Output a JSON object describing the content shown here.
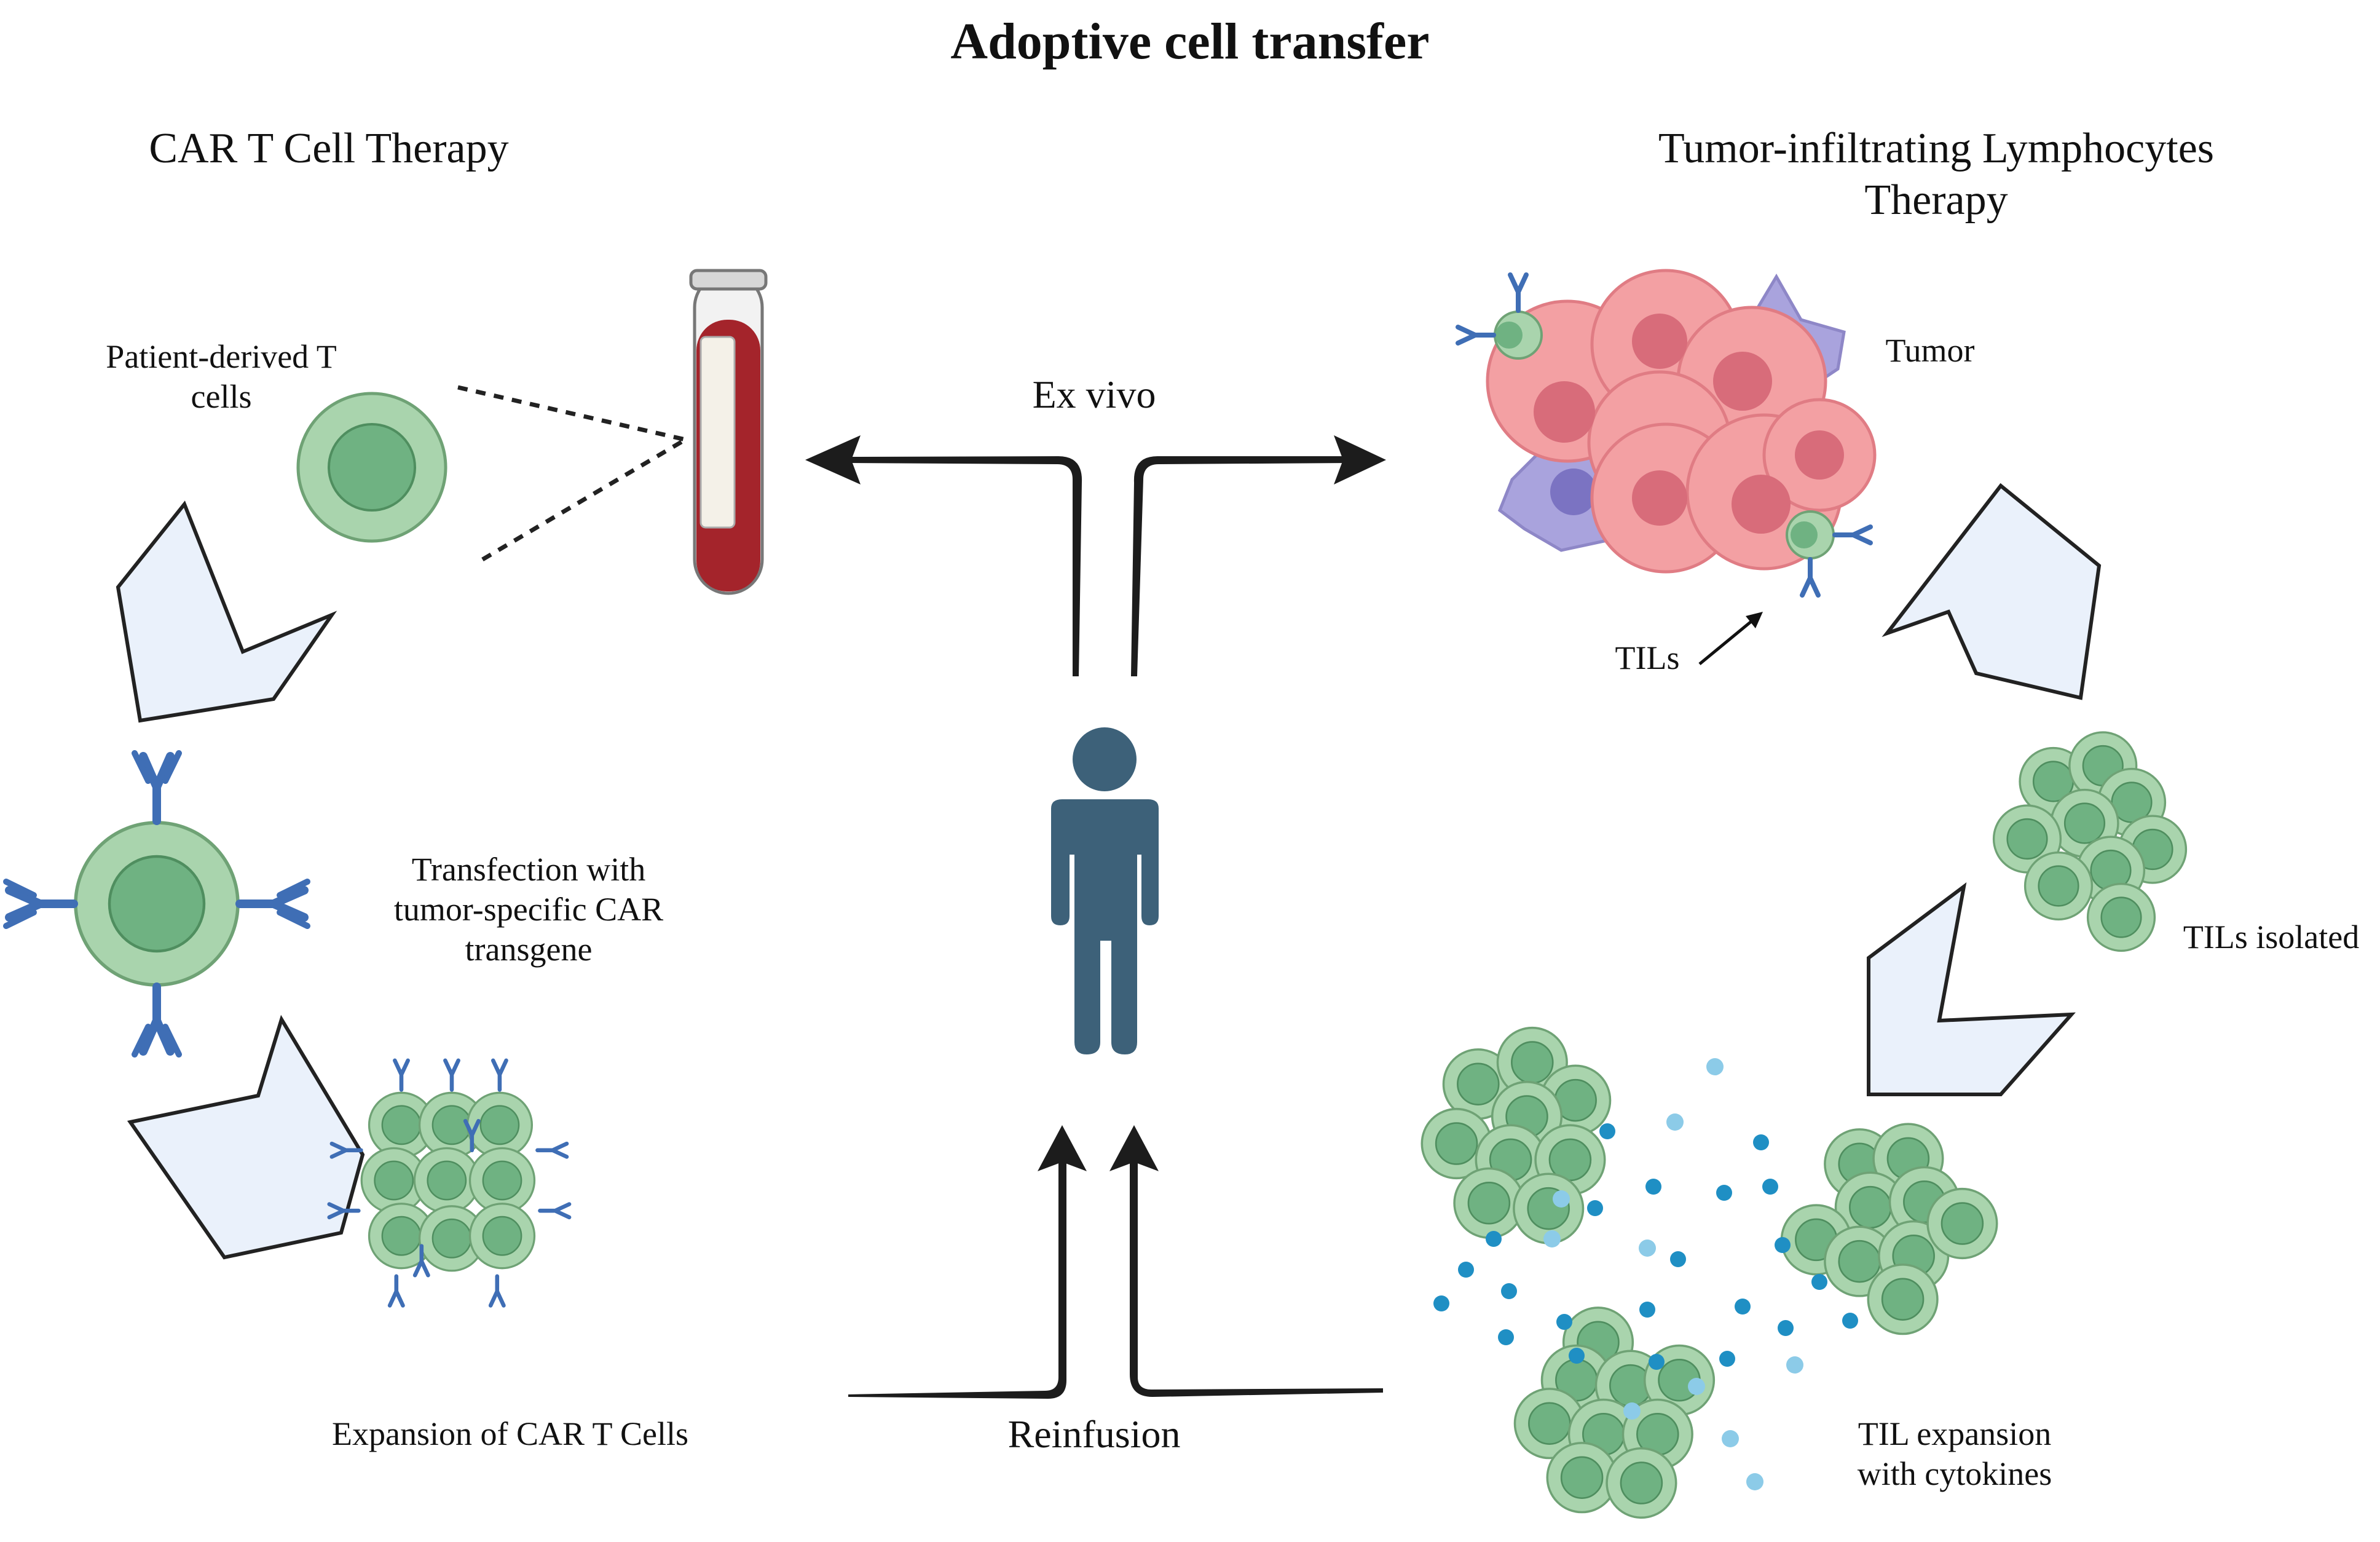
{
  "title": "Adoptive cell transfer",
  "left_panel": {
    "heading": "CAR T Cell Therapy",
    "step1_label": "Patient-derived T\ncells",
    "step2_label": "Transfection with\ntumor-specific CAR\ntransgene",
    "step3_label": "Expansion of CAR T Cells"
  },
  "right_panel": {
    "heading": "Tumor-infiltrating Lymphocytes\nTherapy",
    "tumor_label": "Tumor",
    "tils_label": "TILs",
    "isolated_label": "TILs isolated",
    "expansion_label": "TIL expansion\nwith cytokines"
  },
  "center": {
    "ex_vivo_label": "Ex vivo",
    "reinfusion_label": "Reinfusion"
  },
  "colors": {
    "t_cell_fill": "#a9d4ad",
    "t_cell_nucleus": "#6fb282",
    "receptor": "#3f6eb5",
    "tumor_fill": "#f3a0a3",
    "tumor_nucleus": "#d86c7a",
    "dendritic": "#a9a3dd",
    "person": "#3d6179",
    "chevron_fill": "#eaf1fb",
    "blood": "#a4242b",
    "cytokine": "#1f8fc4"
  }
}
